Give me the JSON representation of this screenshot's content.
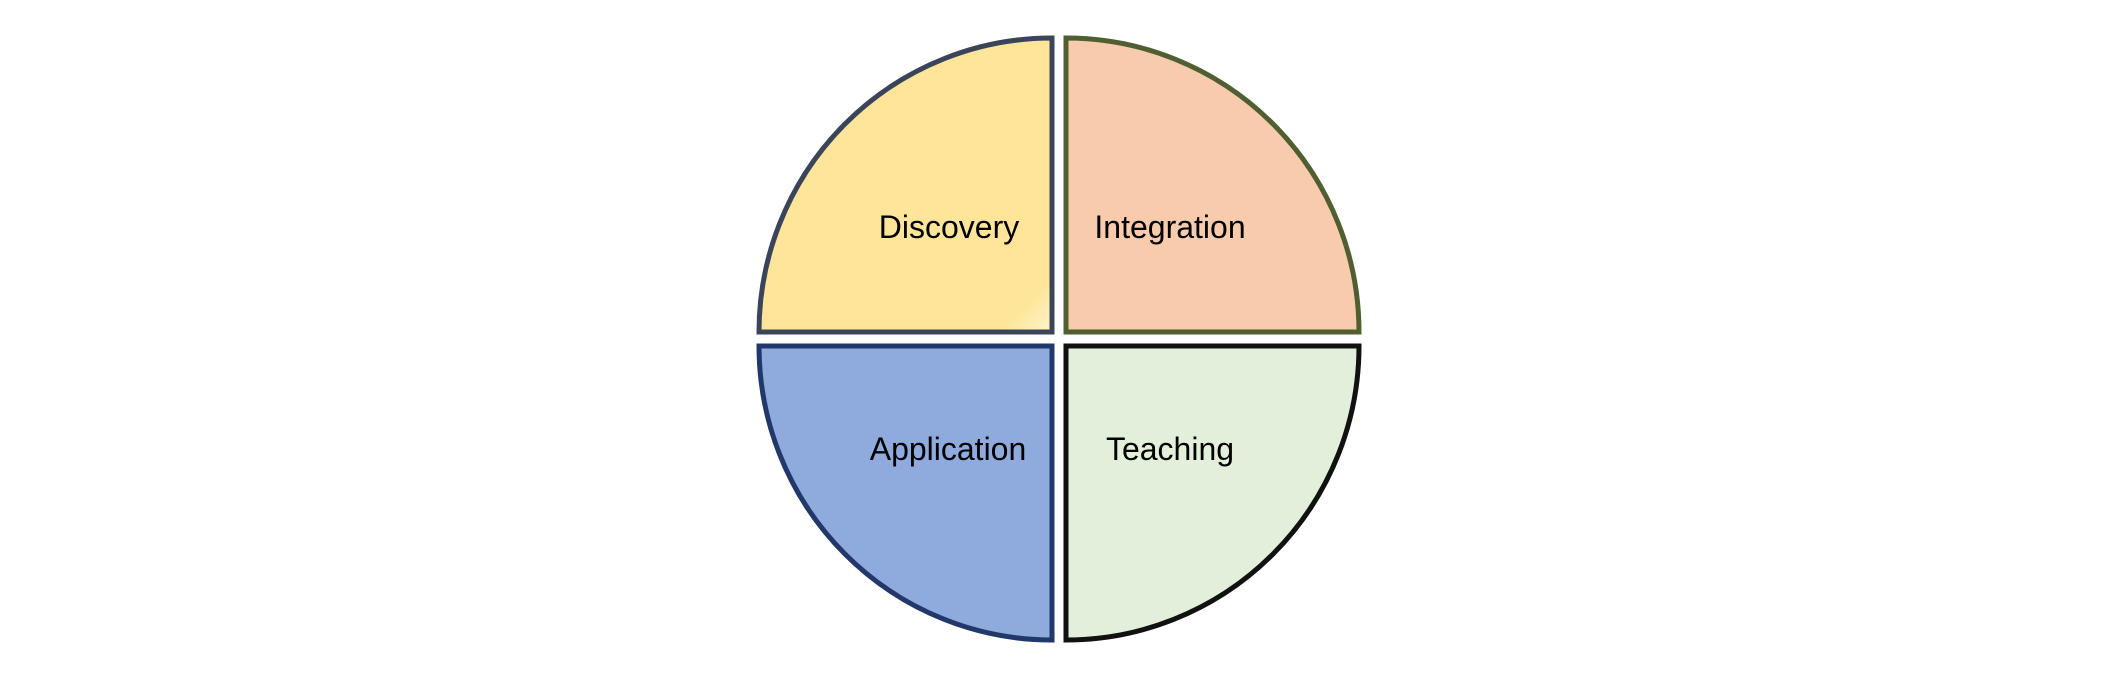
{
  "diagram": {
    "quadrants": [
      {
        "id": "top-left",
        "label": "Discovery",
        "fill": "#FEE599",
        "highlight": "#FFF2C4",
        "stroke": "#3B4559"
      },
      {
        "id": "top-right",
        "label": "Integration",
        "fill": "#F9CBAD",
        "highlight": "#FFF3E4",
        "stroke": "#4F5F32"
      },
      {
        "id": "bottom-left",
        "label": "Application",
        "fill": "#8FAADC",
        "highlight": "#D9E6FF",
        "stroke": "#22386A"
      },
      {
        "id": "bottom-right",
        "label": "Teaching",
        "fill": "#E2EFDA",
        "highlight": "#F4FAF0",
        "stroke": "#111111"
      }
    ]
  }
}
